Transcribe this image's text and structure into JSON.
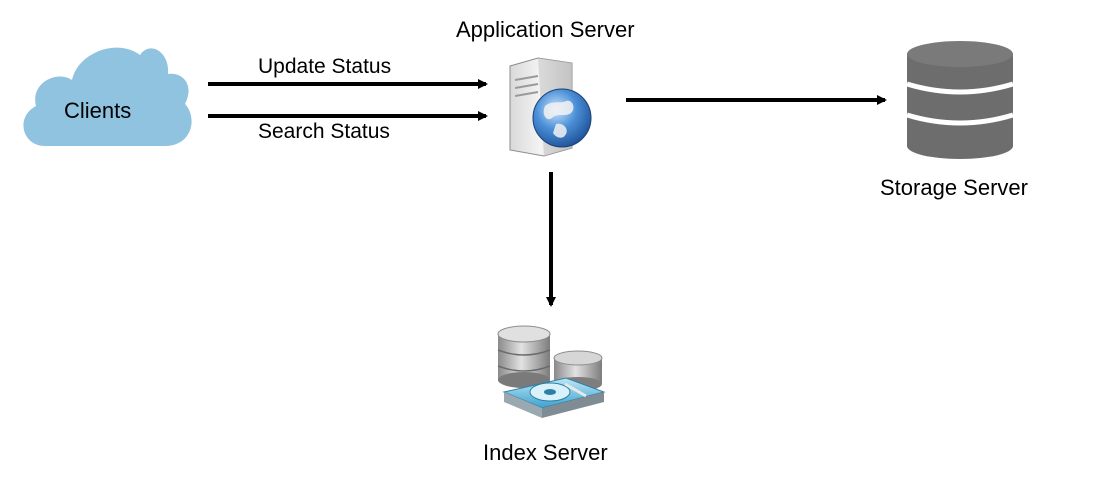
{
  "nodes": {
    "clients": {
      "label": "Clients",
      "icon": "cloud-icon",
      "color": "#8FC3DF"
    },
    "application_server": {
      "label": "Application Server",
      "icon": "web-server-icon"
    },
    "storage_server": {
      "label": "Storage Server",
      "icon": "database-icon",
      "color": "#6D6D6D"
    },
    "index_server": {
      "label": "Index Server",
      "icon": "disk-storage-icon"
    }
  },
  "edges": [
    {
      "from": "clients",
      "to": "application_server",
      "label": "Update Status"
    },
    {
      "from": "clients",
      "to": "application_server",
      "label": "Search Status"
    },
    {
      "from": "application_server",
      "to": "storage_server",
      "label": ""
    },
    {
      "from": "application_server",
      "to": "index_server",
      "label": ""
    }
  ],
  "colors": {
    "arrow": "#000000",
    "background": "#FFFFFF"
  }
}
